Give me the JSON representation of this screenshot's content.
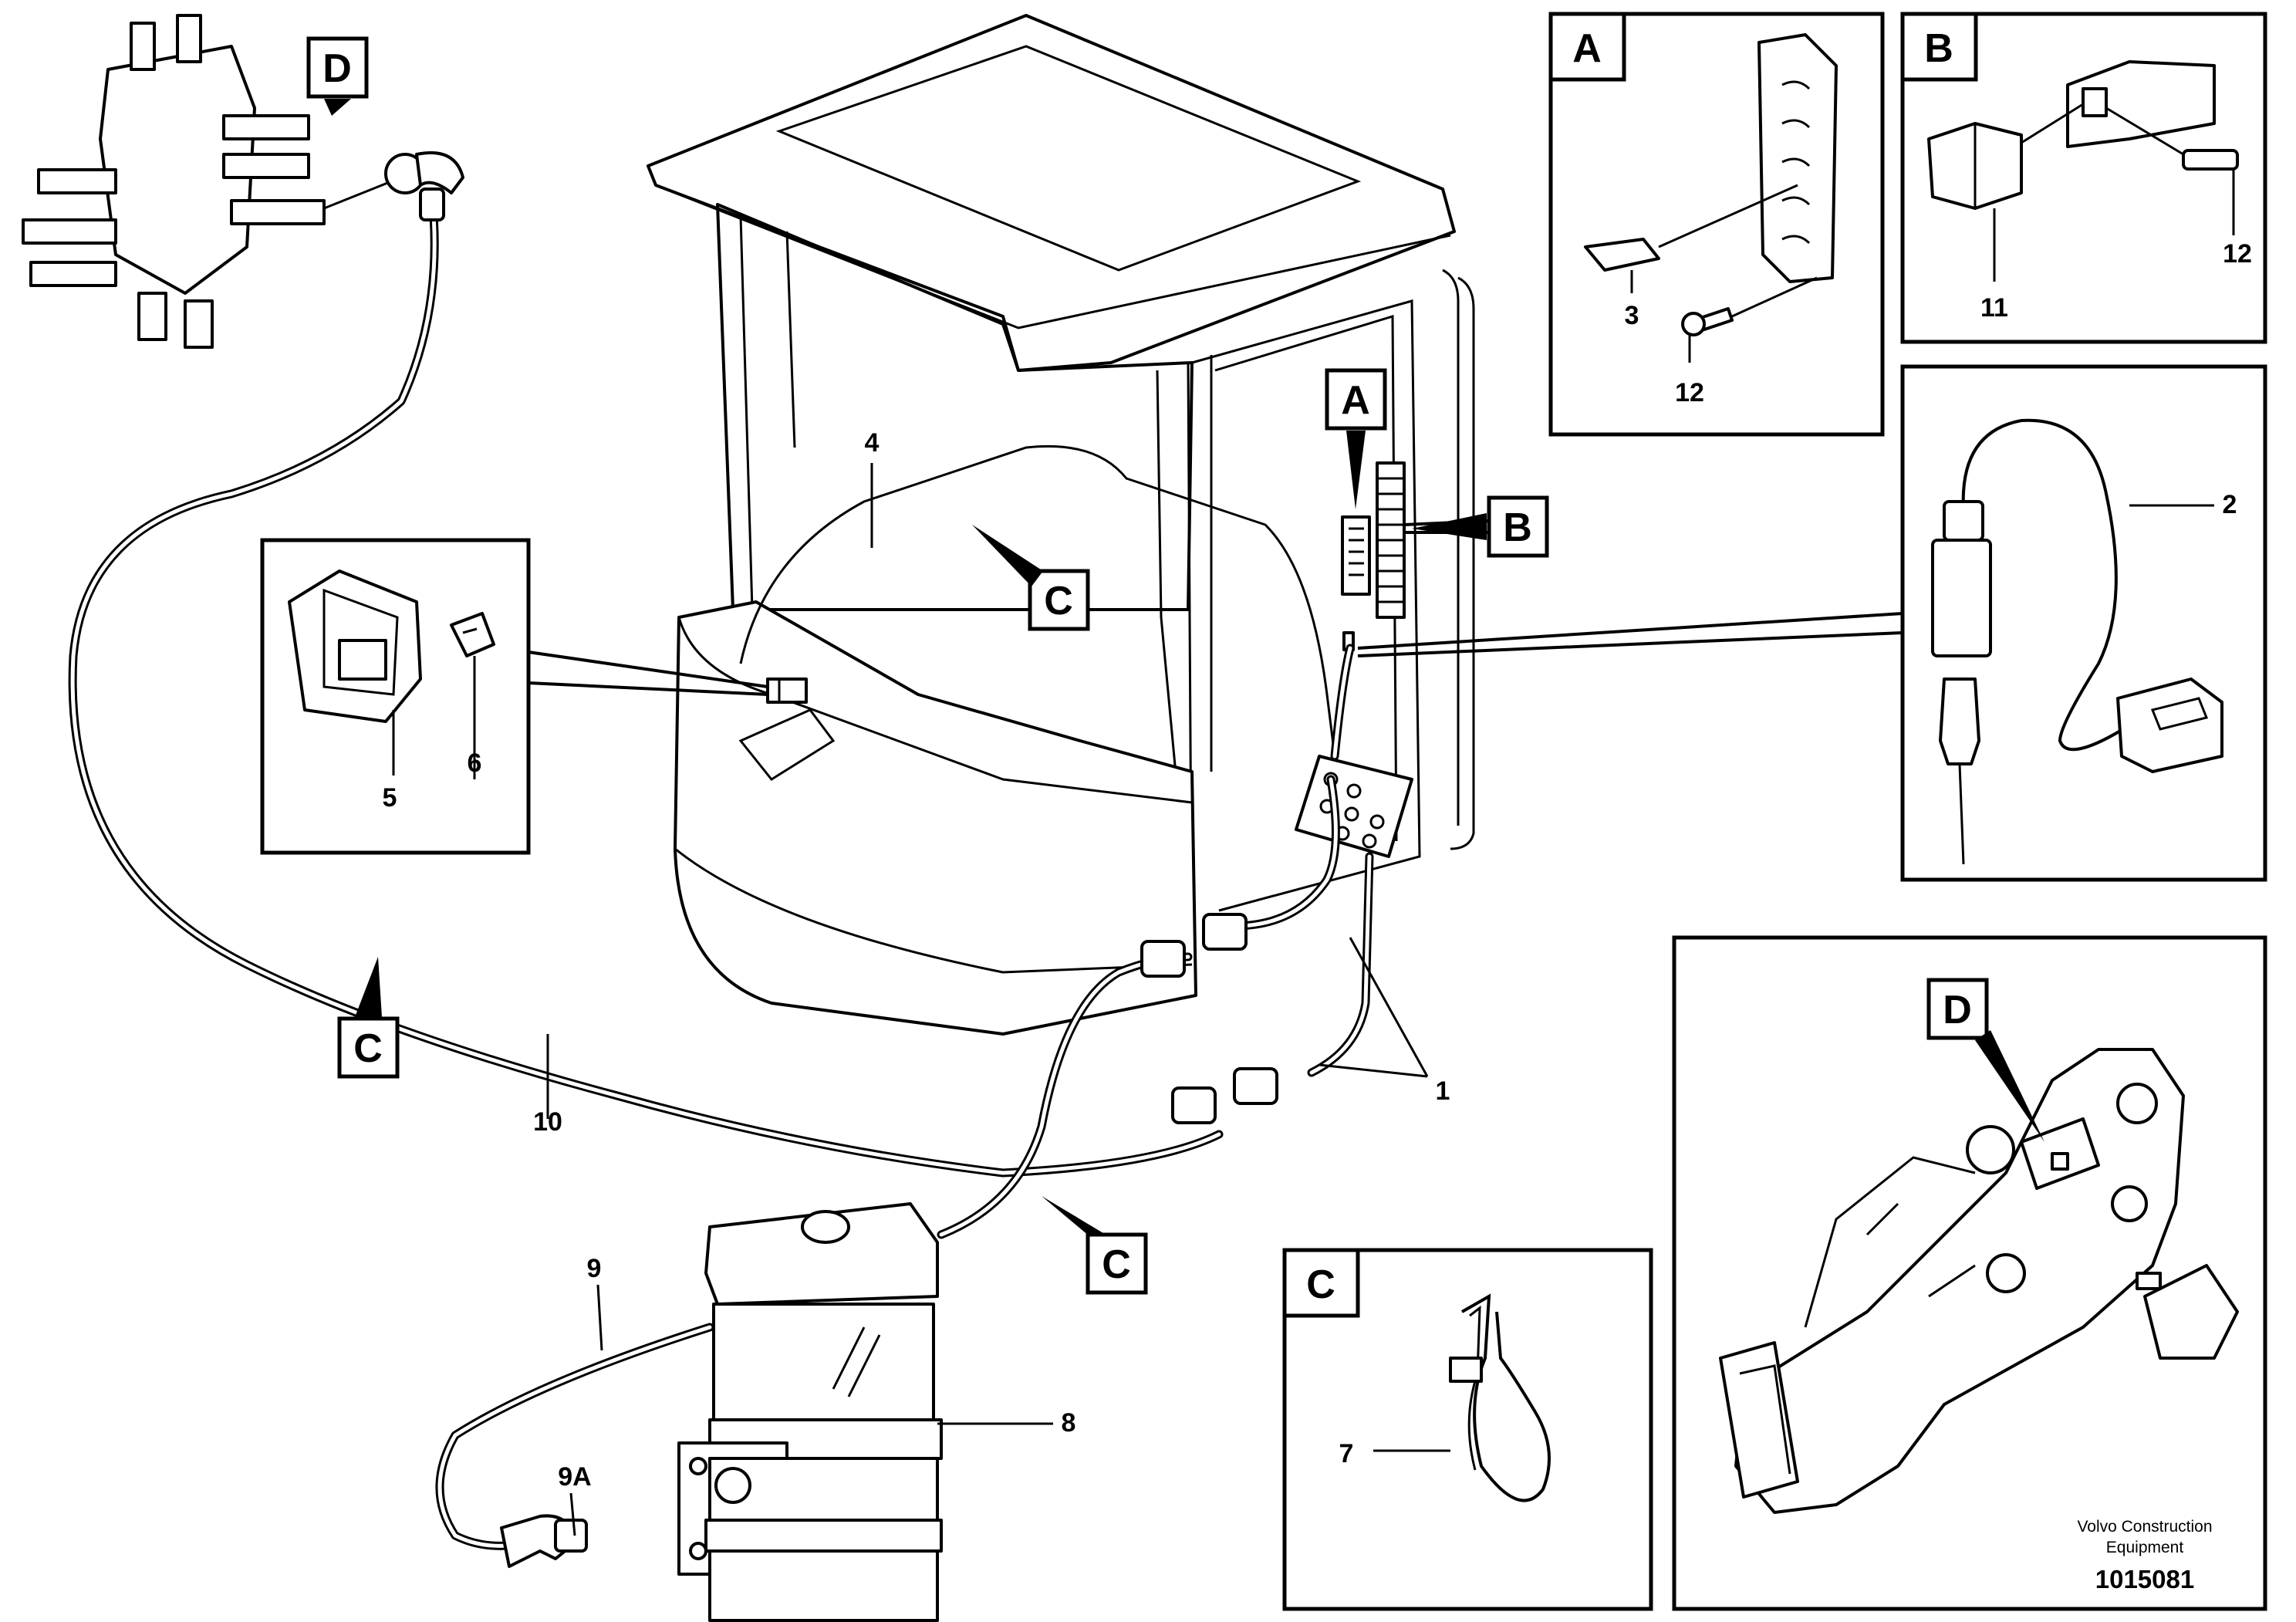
{
  "callouts": {
    "n1": "1",
    "n2": "2",
    "n3": "3",
    "n4": "4",
    "n5": "5",
    "n6": "6",
    "n7": "7",
    "n8": "8",
    "n9": "9",
    "n9a": "9A",
    "n10": "10",
    "n11": "11",
    "n12a": "12",
    "n12b": "12"
  },
  "detail_labels": {
    "A": "A",
    "B": "B",
    "C": "C",
    "D": "D"
  },
  "footer": {
    "brand_line1": "Volvo Construction",
    "brand_line2": "Equipment",
    "document_number": "1015081"
  }
}
